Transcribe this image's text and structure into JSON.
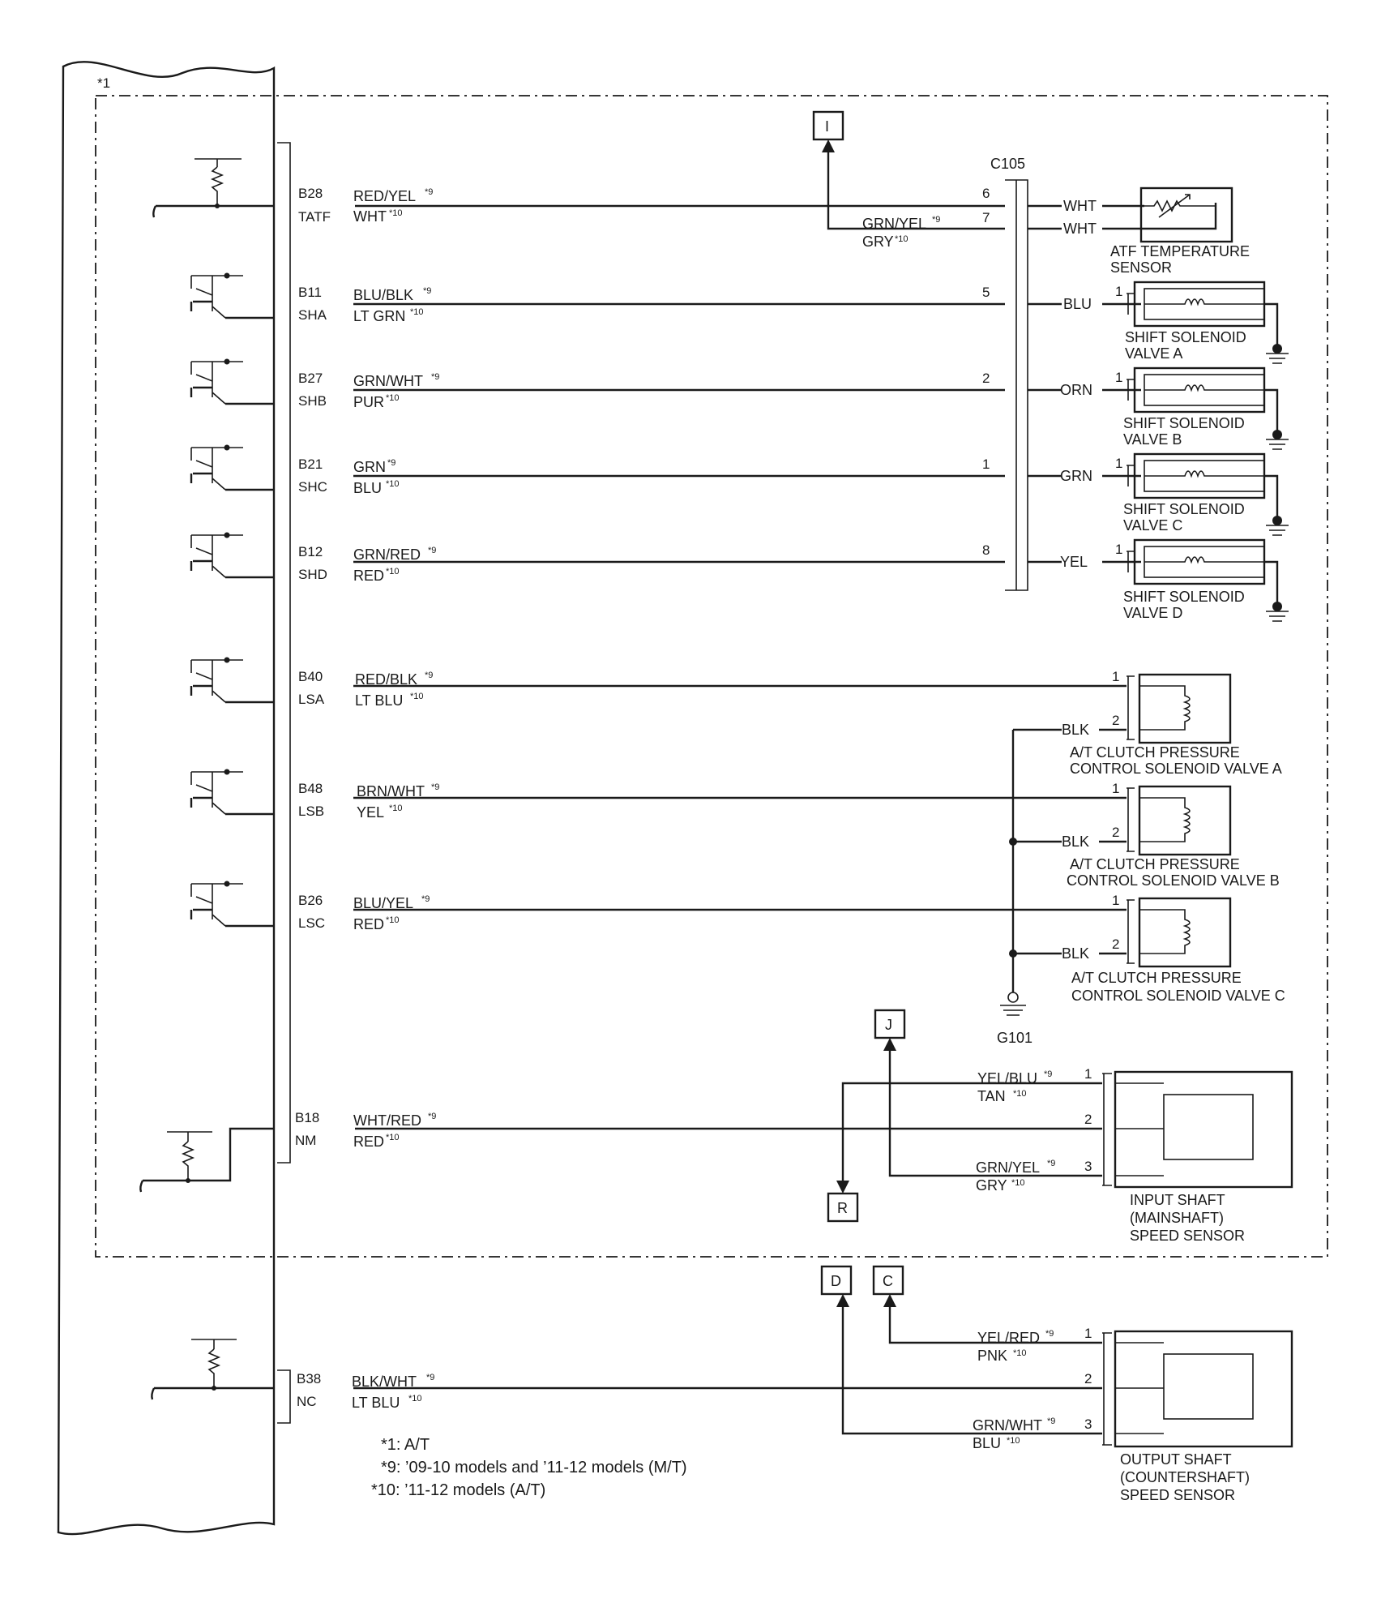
{
  "pcm": {
    "note_label": "*1"
  },
  "connector": {
    "name": "C105"
  },
  "ground": {
    "name": "G101"
  },
  "markers": [
    "I",
    "J",
    "R",
    "D",
    "C"
  ],
  "wires": [
    {
      "pin": "B28",
      "signal": "TATF",
      "color9": "RED/YEL",
      "color10": "WHT"
    },
    {
      "pin": "B11",
      "signal": "SHA",
      "color9": "BLU/BLK",
      "color10": "LT GRN"
    },
    {
      "pin": "B27",
      "signal": "SHB",
      "color9": "GRN/WHT",
      "color10": "PUR"
    },
    {
      "pin": "B21",
      "signal": "SHC",
      "color9": "GRN",
      "color10": "BLU"
    },
    {
      "pin": "B12",
      "signal": "SHD",
      "color9": "GRN/RED",
      "color10": "RED"
    },
    {
      "pin": "B40",
      "signal": "LSA",
      "color9": "RED/BLK",
      "color10": "LT BLU"
    },
    {
      "pin": "B48",
      "signal": "LSB",
      "color9": "BRN/WHT",
      "color10": "YEL"
    },
    {
      "pin": "B26",
      "signal": "LSC",
      "color9": "BLU/YEL",
      "color10": "RED"
    },
    {
      "pin": "B18",
      "signal": "NM",
      "color9": "WHT/RED",
      "color10": "RED"
    },
    {
      "pin": "B38",
      "signal": "NC",
      "color9": "BLK/WHT",
      "color10": "LT BLU"
    }
  ],
  "c105_pins": [
    "6",
    "7",
    "5",
    "2",
    "1",
    "8"
  ],
  "right_wire_colors": {
    "wht": "WHT",
    "blu": "BLU",
    "orn": "ORN",
    "grn": "GRN",
    "yel": "YEL",
    "blk": "BLK"
  },
  "atf_branch": {
    "color9": "GRN/YEL",
    "color10": "GRY"
  },
  "components": {
    "atf_sensor": [
      "ATF TEMPERATURE",
      "SENSOR"
    ],
    "shift_a": [
      "SHIFT SOLENOID",
      "VALVE A"
    ],
    "shift_b": [
      "SHIFT SOLENOID",
      "VALVE B"
    ],
    "shift_c": [
      "SHIFT SOLENOID",
      "VALVE C"
    ],
    "shift_d": [
      "SHIFT SOLENOID",
      "VALVE D"
    ],
    "clutch_a": [
      "A/T CLUTCH PRESSURE",
      "CONTROL SOLENOID VALVE A"
    ],
    "clutch_b": [
      "A/T CLUTCH PRESSURE",
      "CONTROL SOLENOID VALVE B"
    ],
    "clutch_c": [
      "A/T CLUTCH PRESSURE",
      "CONTROL SOLENOID VALVE C"
    ],
    "input_sensor": [
      "INPUT SHAFT",
      "(MAINSHAFT)",
      "SPEED SENSOR"
    ],
    "output_sensor": [
      "OUTPUT SHAFT",
      "(COUNTERSHAFT)",
      "SPEED SENSOR"
    ]
  },
  "input_sensor_wires": [
    {
      "pin": "1",
      "color9": "YEL/BLU",
      "color10": "TAN"
    },
    {
      "pin": "2"
    },
    {
      "pin": "3",
      "color9": "GRN/YEL",
      "color10": "GRY"
    }
  ],
  "output_sensor_wires": [
    {
      "pin": "1",
      "color9": "YEL/RED",
      "color10": "PNK"
    },
    {
      "pin": "2"
    },
    {
      "pin": "3",
      "color9": "GRN/WHT",
      "color10": "BLU"
    }
  ],
  "sup9": "*9",
  "sup10": "*10",
  "notes": [
    "*1: A/T",
    "*9: ’09-10 models and ’11-12 models (M/T)",
    "*10: ’11-12 models (A/T)"
  ]
}
